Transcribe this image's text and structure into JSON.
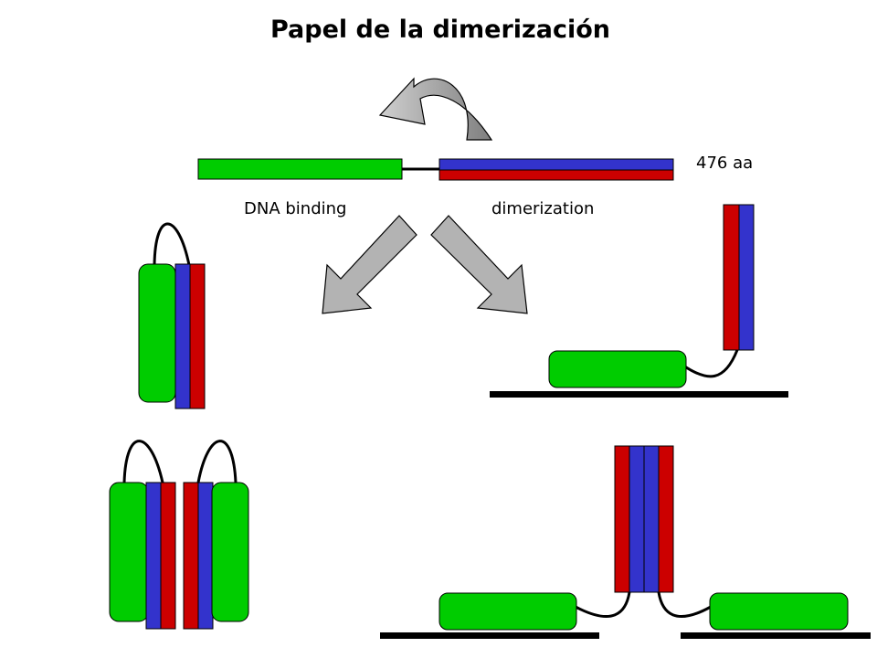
{
  "title": "Papel de la dimerización",
  "labels": {
    "length": "476 aa",
    "dna_binding": "DNA binding",
    "dimerization": "dimerization"
  },
  "colors": {
    "green": "#00cc00",
    "blue": "#3333cc",
    "red": "#cc0000",
    "arrow_light": "#b3b3b3",
    "arrow_dark": "#888888",
    "black": "#000000"
  }
}
